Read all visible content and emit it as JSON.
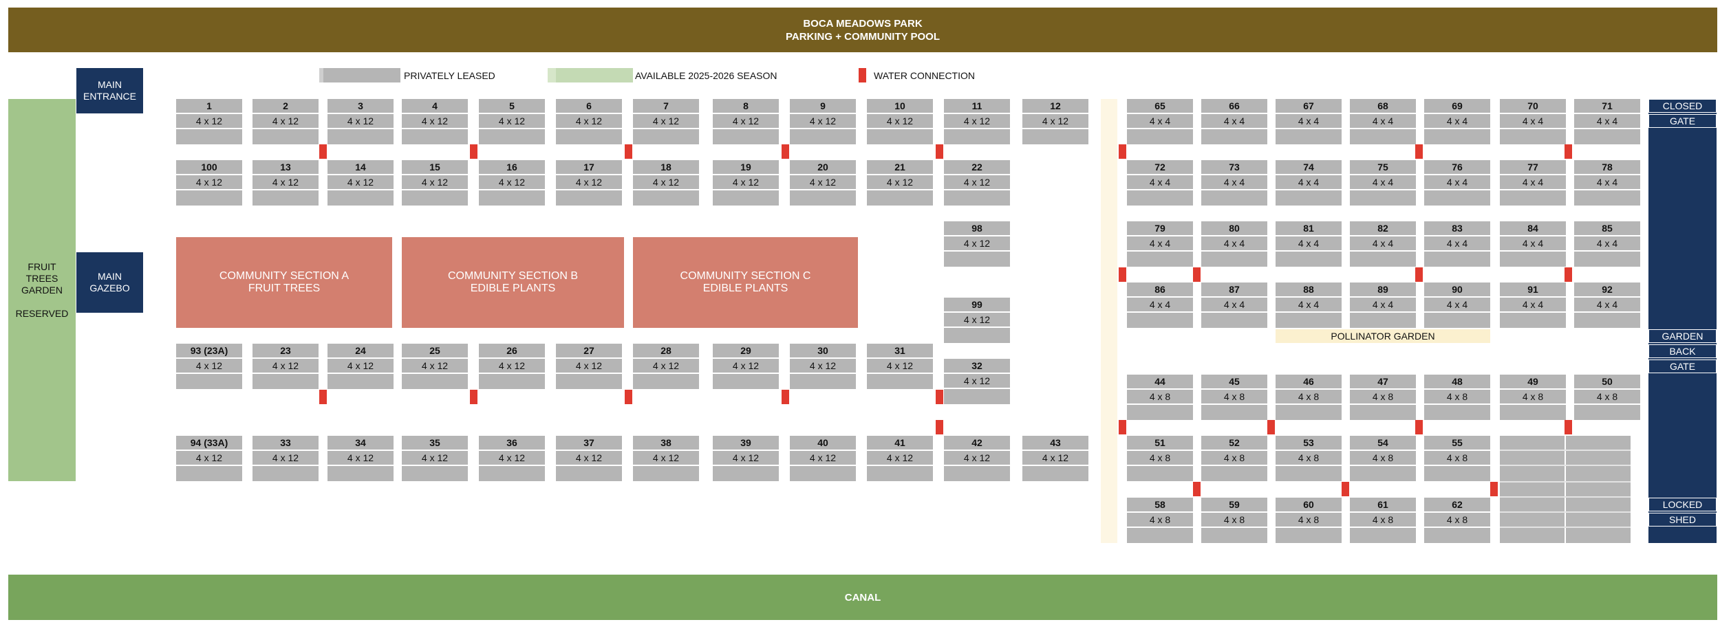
{
  "header": {
    "line1": "BOCA MEADOWS PARK",
    "line2": "PARKING  + COMMUNITY POOL"
  },
  "footer": {
    "label": "CANAL"
  },
  "legend": {
    "private": "PRIVATELY LEASED",
    "available": "AVAILABLE 2025-2026 SEASON",
    "water": "WATER CONNECTION"
  },
  "colors": {
    "header": "#755e1f",
    "canal": "#78a55c",
    "fruit_trees": "#a2c58b",
    "navy": "#1a355e",
    "plot_gray": "#b5b5b5",
    "available_green": "#c4dab4",
    "water_red": "#e03a2f",
    "community": "#d37f6f",
    "pollinator": "#fbf0cf",
    "path": "#fdf6e3"
  },
  "left": {
    "fruit_trees": {
      "line1": "FRUIT",
      "line2": "TREES",
      "line3": "GARDEN",
      "line4": "RESERVED"
    },
    "main_entrance": {
      "line1": "MAIN",
      "line2": "ENTRANCE"
    },
    "main_gazebo": {
      "line1": "MAIN",
      "line2": "GAZEBO"
    }
  },
  "community": {
    "a": {
      "line1": "COMMUNITY SECTION A",
      "line2": "FRUIT TREES"
    },
    "b": {
      "line1": "COMMUNITY SECTION B",
      "line2": "EDIBLE PLANTS"
    },
    "c": {
      "line1": "COMMUNITY SECTION C",
      "line2": "EDIBLE PLANTS"
    }
  },
  "pollinator": "POLLINATOR GARDEN",
  "gates": {
    "closed": "CLOSED",
    "gate_top": "GATE",
    "garden": "GARDEN",
    "back": "BACK",
    "gate_mid": "GATE",
    "locked": "LOCKED",
    "shed": "SHED"
  },
  "plots": [
    {
      "n": "1",
      "s": "4 x 12"
    },
    {
      "n": "2",
      "s": "4 x 12"
    },
    {
      "n": "3",
      "s": "4 x 12"
    },
    {
      "n": "4",
      "s": "4 x 12"
    },
    {
      "n": "5",
      "s": "4 x 12"
    },
    {
      "n": "6",
      "s": "4 x 12"
    },
    {
      "n": "7",
      "s": "4 x 12"
    },
    {
      "n": "8",
      "s": "4 x 12"
    },
    {
      "n": "9",
      "s": "4 x 12"
    },
    {
      "n": "10",
      "s": "4 x 12"
    },
    {
      "n": "11",
      "s": "4 x 12"
    },
    {
      "n": "12",
      "s": "4 x 12"
    },
    {
      "n": "100",
      "s": "4 x 12"
    },
    {
      "n": "13",
      "s": "4 x 12"
    },
    {
      "n": "14",
      "s": "4 x 12"
    },
    {
      "n": "15",
      "s": "4 x 12"
    },
    {
      "n": "16",
      "s": "4 x 12"
    },
    {
      "n": "17",
      "s": "4 x 12"
    },
    {
      "n": "18",
      "s": "4 x 12"
    },
    {
      "n": "19",
      "s": "4 x 12"
    },
    {
      "n": "20",
      "s": "4 x 12"
    },
    {
      "n": "21",
      "s": "4 x 12"
    },
    {
      "n": "22",
      "s": "4 x 12"
    },
    {
      "n": "98",
      "s": "4 x 12"
    },
    {
      "n": "99",
      "s": "4 x 12"
    },
    {
      "n": "93 (23A)",
      "s": "4 x 12"
    },
    {
      "n": "23",
      "s": "4 x 12"
    },
    {
      "n": "24",
      "s": "4 x 12"
    },
    {
      "n": "25",
      "s": "4 x 12"
    },
    {
      "n": "26",
      "s": "4 x 12"
    },
    {
      "n": "27",
      "s": "4 x 12"
    },
    {
      "n": "28",
      "s": "4 x 12"
    },
    {
      "n": "29",
      "s": "4 x 12"
    },
    {
      "n": "30",
      "s": "4 x 12"
    },
    {
      "n": "31",
      "s": "4 x 12"
    },
    {
      "n": "32",
      "s": "4 x 12"
    },
    {
      "n": "94 (33A)",
      "s": "4 x 12"
    },
    {
      "n": "33",
      "s": "4 x 12"
    },
    {
      "n": "34",
      "s": "4 x 12"
    },
    {
      "n": "35",
      "s": "4 x 12"
    },
    {
      "n": "36",
      "s": "4 x 12"
    },
    {
      "n": "37",
      "s": "4 x 12"
    },
    {
      "n": "38",
      "s": "4 x 12"
    },
    {
      "n": "39",
      "s": "4 x 12"
    },
    {
      "n": "40",
      "s": "4 x 12"
    },
    {
      "n": "41",
      "s": "4 x 12"
    },
    {
      "n": "42",
      "s": "4 x 12"
    },
    {
      "n": "43",
      "s": "4 x 12"
    },
    {
      "n": "65",
      "s": "4 x 4"
    },
    {
      "n": "66",
      "s": "4 x 4"
    },
    {
      "n": "67",
      "s": "4 x 4"
    },
    {
      "n": "68",
      "s": "4 x 4"
    },
    {
      "n": "69",
      "s": "4 x 4"
    },
    {
      "n": "70",
      "s": "4 x 4"
    },
    {
      "n": "71",
      "s": "4 x 4"
    },
    {
      "n": "72",
      "s": "4 x 4"
    },
    {
      "n": "73",
      "s": "4 x 4"
    },
    {
      "n": "74",
      "s": "4 x 4"
    },
    {
      "n": "75",
      "s": "4 x 4"
    },
    {
      "n": "76",
      "s": "4 x 4"
    },
    {
      "n": "77",
      "s": "4 x 4"
    },
    {
      "n": "78",
      "s": "4 x 4"
    },
    {
      "n": "79",
      "s": "4 x 4"
    },
    {
      "n": "80",
      "s": "4 x 4"
    },
    {
      "n": "81",
      "s": "4 x 4"
    },
    {
      "n": "82",
      "s": "4 x 4"
    },
    {
      "n": "83",
      "s": "4 x 4"
    },
    {
      "n": "84",
      "s": "4 x 4"
    },
    {
      "n": "85",
      "s": "4 x 4"
    },
    {
      "n": "86",
      "s": "4 x 4"
    },
    {
      "n": "87",
      "s": "4 x 4"
    },
    {
      "n": "88",
      "s": "4 x 4"
    },
    {
      "n": "89",
      "s": "4 x 4"
    },
    {
      "n": "90",
      "s": "4 x 4"
    },
    {
      "n": "91",
      "s": "4 x 4"
    },
    {
      "n": "92",
      "s": "4 x 4"
    },
    {
      "n": "44",
      "s": "4 x 8"
    },
    {
      "n": "45",
      "s": "4 x 8"
    },
    {
      "n": "46",
      "s": "4 x 8"
    },
    {
      "n": "47",
      "s": "4 x 8"
    },
    {
      "n": "48",
      "s": "4 x 8"
    },
    {
      "n": "49",
      "s": "4 x 8"
    },
    {
      "n": "50",
      "s": "4 x 8"
    },
    {
      "n": "51",
      "s": "4 x 8"
    },
    {
      "n": "52",
      "s": "4 x 8"
    },
    {
      "n": "53",
      "s": "4 x 8"
    },
    {
      "n": "54",
      "s": "4 x 8"
    },
    {
      "n": "55",
      "s": "4 x 8"
    },
    {
      "n": "58",
      "s": "4 x 8"
    },
    {
      "n": "59",
      "s": "4 x 8"
    },
    {
      "n": "60",
      "s": "4 x 8"
    },
    {
      "n": "61",
      "s": "4 x 8"
    },
    {
      "n": "62",
      "s": "4 x 8"
    }
  ]
}
